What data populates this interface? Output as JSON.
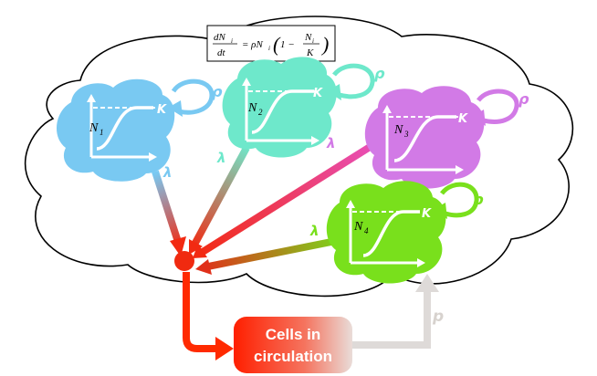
{
  "equation": {
    "lhs_numerator": "dN",
    "lhs_numerator_sub": "i",
    "lhs_denominator": "dt",
    "equals_rho": "= ρN",
    "equals_rho_sub": "i",
    "paren_open": "(",
    "one_minus": "1 −",
    "frac_numerator": "N",
    "frac_numerator_sub": "i",
    "frac_denominator": "K",
    "paren_close": ")"
  },
  "niches": [
    {
      "label": "N",
      "sub": "1",
      "capacity": "K",
      "growth": "ρ",
      "rate": "λ",
      "color": "#79c9f2"
    },
    {
      "label": "N",
      "sub": "2",
      "capacity": "K",
      "growth": "ρ",
      "rate": "λ",
      "color": "#6ee8cb"
    },
    {
      "label": "N",
      "sub": "3",
      "capacity": "K",
      "growth": "ρ",
      "rate": "λ",
      "color": "#d27ae6"
    },
    {
      "label": "N",
      "sub": "4",
      "capacity": "K",
      "growth": "ρ",
      "rate": "λ",
      "color": "#79e01c"
    }
  ],
  "circulation": {
    "line1": "Cells in",
    "line2": "circulation",
    "return_label": "p",
    "color": "#ff2a00"
  },
  "colors": {
    "pool": "#f02a10",
    "return_arrow": "#dedad8",
    "cloud_stroke": "#000000"
  }
}
